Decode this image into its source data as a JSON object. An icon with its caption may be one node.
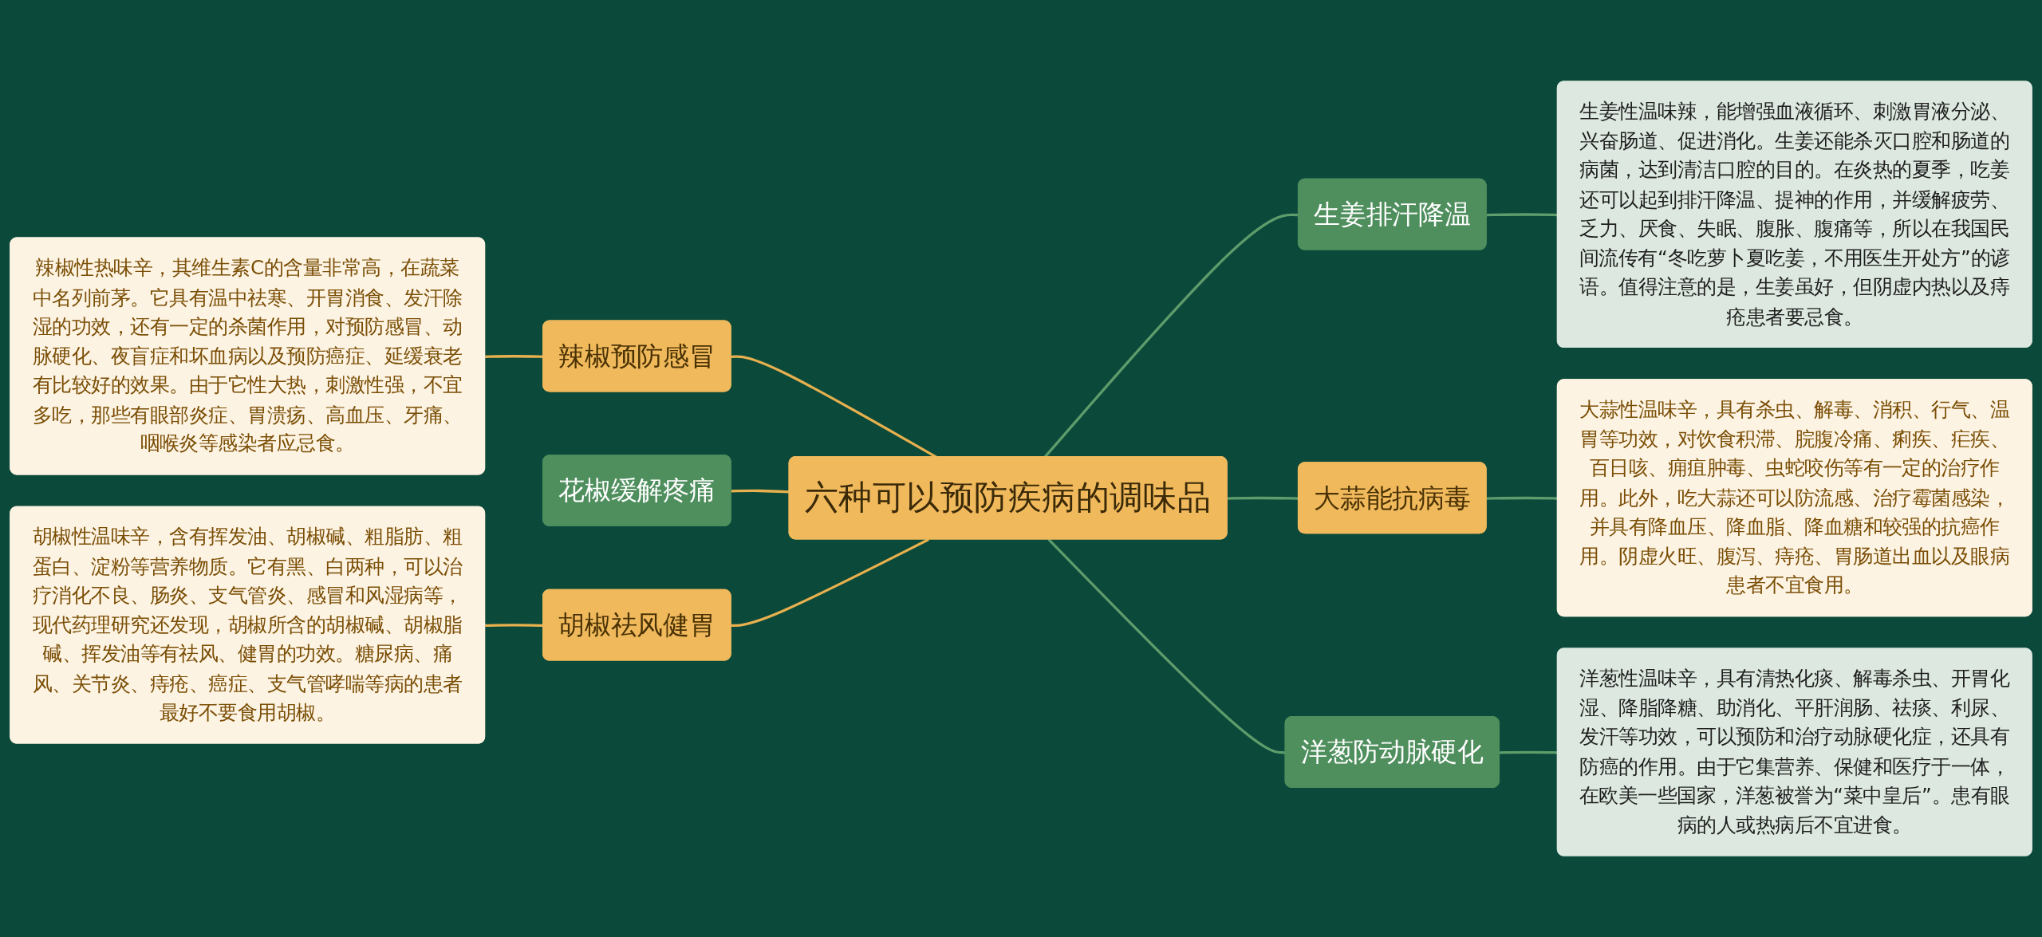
{
  "diagram": {
    "nodes": [
      {
        "text": [
          "六种可以预防疾病的调味品"
        ]
      },
      {
        "text": [
          "辣椒预防感冒"
        ]
      },
      {
        "text": [
          "辣椒性热味辛，其维生素C的含量非常高，在蔬菜中名列前茅。它具有温中祛寒、开胃消食、发汗除湿的功效，还有一定的杀菌作用，对预防感冒、动脉硬化、夜盲症和坏血病以及预防癌症、延缓衰老有比较好的效果。由于它性大热，刺激性强，不宜多吃，那些有眼部炎症、胃溃疡、高血压、牙痛、咽喉炎等感染者应忌食。"
        ]
      },
      {
        "text": [
          "花椒缓解疼痛"
        ]
      },
      {
        "text": [
          "胡椒祛风健胃"
        ]
      },
      {
        "text": [
          "胡椒性温味辛，含有挥发油、胡椒碱、粗脂肪、粗蛋白、淀粉等营养物质。它有黑、白两种，可以治疗消化不良、肠炎、支气管炎、感冒和风湿病等，现代药理研究还发现，胡椒所含的胡椒碱、胡椒脂碱、挥发油等有祛风、健胃的功效。糖尿病、痛风、关节炎、痔疮、癌症、支气管哮喘等病的患者最好不要食用胡椒。"
        ]
      },
      {
        "text": [
          "生姜排汗降温"
        ]
      },
      {
        "text": [
          "生姜性温味辣，能增强血液循环、刺激胃液分泌、兴奋肠道、促进消化。生姜还能杀灭口腔和肠道的病菌，达到清洁口腔的目的。在炎热的夏季，吃姜还可以起到排汗降温、提神的作用，并缓解疲劳、乏力、厌食、失眠、腹胀、腹痛等，所以在我国民间流传有“冬吃萝卜夏吃姜，不用医生开处方”的谚语。值得注意的是，生姜虽好，但阴虚内热以及痔疮患者要忌食。"
        ]
      },
      {
        "text": [
          "大蒜能抗病毒"
        ]
      },
      {
        "text": [
          "大蒜性温味辛，具有杀虫、解毒、消积、行气、温胃等功效，对饮食积滞、脘腹冷痛、痢疾、疟疾、百日咳、痈疽肿毒、虫蛇咬伤等有一定的治疗作用。此外，吃大蒜还可以防流感、治疗霉菌感染，并具有降血压、降血脂、降血糖和较强的抗癌作用。阴虚火旺、腹泻、痔疮、胃肠道出血以及眼病患者不宜食用。"
        ]
      },
      {
        "text": [
          "洋葱防动脉硬化"
        ]
      },
      {
        "text": [
          "洋葱性温味辛，具有清热化痰、解毒杀虫、开胃化湿、降脂降糖、助消化、平肝润肠、祛痰、利尿、发汗等功效，可以预防和治疗动脉硬化症，还具有防癌的作用。由于它集营养、保健和医疗于一体，在欧美一些国家，洋葱被誉为“菜中皇后”。患有眼病的人或热病后不宜进食。"
        ]
      }
    ],
    "edges": [
      {
        "from": 0,
        "to": 1,
        "arrow": "none",
        "color": "#e8b04e"
      },
      {
        "from": 1,
        "to": 2,
        "arrow": "none",
        "color": "#e8b04e"
      },
      {
        "from": 0,
        "to": 3,
        "arrow": "none",
        "color": "#e8b04e"
      },
      {
        "from": 0,
        "to": 4,
        "arrow": "none",
        "color": "#e8b04e"
      },
      {
        "from": 4,
        "to": 5,
        "arrow": "none",
        "color": "#e8b04e"
      },
      {
        "from": 0,
        "to": 6,
        "arrow": "none"
      },
      {
        "from": 6,
        "to": 7,
        "arrow": "none"
      },
      {
        "from": 0,
        "to": 8,
        "arrow": "none"
      },
      {
        "from": 8,
        "to": 9,
        "arrow": "none"
      },
      {
        "from": 0,
        "to": 10,
        "arrow": "none"
      },
      {
        "from": 10,
        "to": 11,
        "arrow": "none"
      }
    ]
  }
}
